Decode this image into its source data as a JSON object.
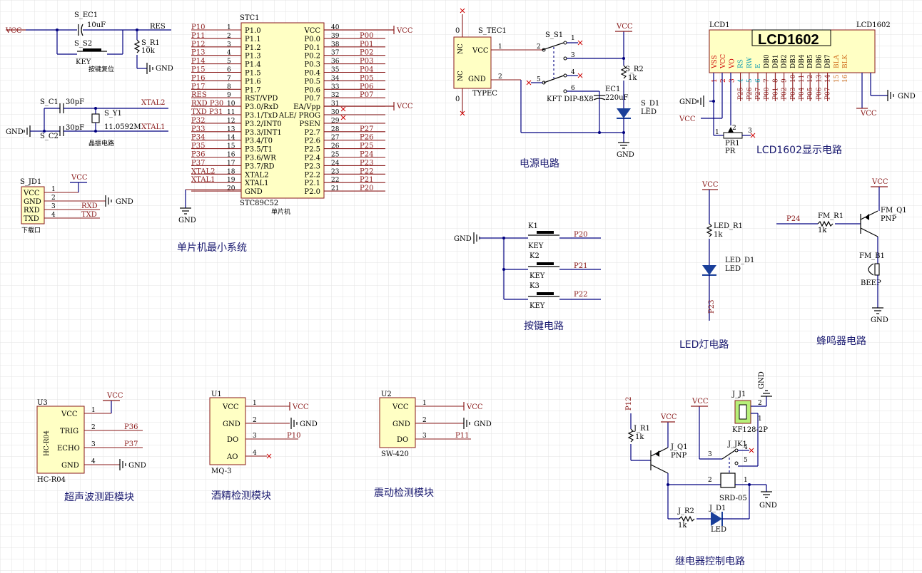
{
  "captions": {
    "mcu": "单片机最小系统",
    "power": "电源电路",
    "lcd": "LCD1602显示电路",
    "keys": "按键电路",
    "led": "LED灯电路",
    "buzzer": "蜂鸣器电路",
    "ultrasonic": "超声波测距模块",
    "alcohol": "酒精检测模块",
    "vibration": "震动检测模块",
    "relay": "继电器控制电路"
  },
  "reset": {
    "cap": "S_EC1",
    "cap_val": "10uF",
    "sw": "S_S2",
    "sw_val": "KEY",
    "res": "S_R1",
    "res_val": "10k",
    "net": "RES",
    "vcc": "VCC",
    "gnd": "GND",
    "note": "按键复位"
  },
  "crystal": {
    "c1": "S_C1",
    "c2": "S_C2",
    "cval1": "30pF",
    "cval2": "30pF",
    "y": "S_Y1",
    "freq": "11.0592M",
    "net1": "XTAL2",
    "net2": "XTAL1",
    "gnd": "GND",
    "note": "晶振电路"
  },
  "download": {
    "ref": "S_JD1",
    "pins": [
      "VCC",
      "GND",
      "RXD",
      "TXD"
    ],
    "nums": [
      "1",
      "2",
      "3",
      "4"
    ],
    "vcc": "VCC",
    "gnd": "GND",
    "rxd": "RXD",
    "txd": "TXD",
    "note": "下载口"
  },
  "mcu": {
    "ref": "STC1",
    "part": "STC89C52",
    "note": "单片机",
    "left_pins": [
      "P1.0",
      "P1.1",
      "P1.2",
      "P1.3",
      "P1.4",
      "P1.5",
      "P1.6",
      "P1.7",
      "RST/VPD",
      "P3.0/RxD",
      "P3.1/TxD",
      "P3.2/INT0",
      "P3.3/INT1",
      "P3.4/T0",
      "P3.5/T1",
      "P3.6/WR",
      "P3.7/RD",
      "XTAL2",
      "XTAL1",
      "GND"
    ],
    "left_nums": [
      "1",
      "2",
      "3",
      "4",
      "5",
      "6",
      "7",
      "8",
      "9",
      "10",
      "11",
      "12",
      "13",
      "14",
      "15",
      "16",
      "17",
      "18",
      "19",
      "20"
    ],
    "left_nets": [
      "P10",
      "P11",
      "P12",
      "P13",
      "P14",
      "P15",
      "P16",
      "P17",
      "RES",
      "RXD P30",
      "TXD P31",
      "P32",
      "P33",
      "P34",
      "P35",
      "P36",
      "P37",
      "XTAL2",
      "XTAL1",
      ""
    ],
    "right_pins": [
      "VCC",
      "P0.0",
      "P0.1",
      "P0.2",
      "P0.3",
      "P0.4",
      "P0.5",
      "P0.6",
      "P0.7",
      "EA/Vpp",
      "ALE/ PROG",
      "PSEN",
      "P2.7",
      "P2.6",
      "P2.5",
      "P2.4",
      "P2.3",
      "P2.2",
      "P2.1",
      "P2.0"
    ],
    "right_nums": [
      "40",
      "39",
      "38",
      "37",
      "36",
      "35",
      "34",
      "33",
      "32",
      "31",
      "30",
      "29",
      "28",
      "27",
      "26",
      "25",
      "24",
      "23",
      "22",
      "21"
    ],
    "right_nets": [
      "",
      "P00",
      "P01",
      "P02",
      "P03",
      "P04",
      "P05",
      "P06",
      "P07",
      "",
      "",
      "",
      "P27",
      "P26",
      "P25",
      "P24",
      "P23",
      "P22",
      "P21",
      "P20"
    ],
    "vcc": "VCC"
  },
  "power": {
    "port": "S_TEC1",
    "port_type": "TYPEC",
    "p_vcc": "VCC",
    "p_gnd": "GND",
    "nc": "NC",
    "n1": "1",
    "n2": "2",
    "sw": "S_S1",
    "sw_type": "KFT DIP-8X8",
    "sw_nums": [
      "1",
      "2",
      "3",
      "4",
      "5",
      "6"
    ],
    "cap": "EC1",
    "cap_val": "220uF",
    "res": "S_R2",
    "res_val": "1k",
    "led": "S_D1",
    "led_val": "LED",
    "vcc": "VCC",
    "gnd": "GND"
  },
  "lcd": {
    "ref": "LCD1",
    "name": "LCD1602",
    "ref2": "LCD1602",
    "pins": [
      "VSS",
      "VCC",
      "VO",
      "RS",
      "RW",
      "E",
      "DB0",
      "DB1",
      "DB2",
      "DB3",
      "DB4",
      "DB5",
      "DB6",
      "DB7",
      "BLA",
      "BLK"
    ],
    "nums": [
      "1",
      "2",
      "3",
      "4",
      "5",
      "6",
      "7",
      "8",
      "9",
      "10",
      "11",
      "12",
      "13",
      "14",
      "15",
      "16"
    ],
    "nets": [
      "",
      "",
      "",
      "P25",
      "P26",
      "P27",
      "P00",
      "P01",
      "P02",
      "P03",
      "P04",
      "P05",
      "P06",
      "P07",
      "",
      ""
    ],
    "pot": "PR1",
    "pot_val": "PR",
    "gnd": "GND",
    "vcc": "VCC",
    "pot_n": [
      "1",
      "2",
      "3"
    ]
  },
  "keys": {
    "gnd": "GND",
    "items": [
      {
        "ref": "K1",
        "type": "KEY",
        "net": "P20"
      },
      {
        "ref": "K2",
        "type": "KEY",
        "net": "P21"
      },
      {
        "ref": "K3",
        "type": "KEY",
        "net": "P22"
      }
    ]
  },
  "led": {
    "vcc": "VCC",
    "res": "LED_R1",
    "res_val": "1k",
    "ref": "LED_D1",
    "val": "LED",
    "net": "P23"
  },
  "buzzer": {
    "vcc": "VCC",
    "net": "P24",
    "res": "FM_R1",
    "res_val": "1k",
    "q": "FM_Q1",
    "q_type": "PNP",
    "b": "FM_B1",
    "b_val": "BEEP",
    "gnd": "GND"
  },
  "ultrasonic": {
    "ref": "U3",
    "part": "HC-R04",
    "part2": "HC-R04",
    "pins": [
      "VCC",
      "TRIG",
      "ECHO",
      "GND"
    ],
    "nums": [
      "1",
      "2",
      "3",
      "4"
    ],
    "vcc": "VCC",
    "trig": "P36",
    "echo": "P37",
    "gnd": "GND"
  },
  "alcohol": {
    "ref": "U1",
    "part": "MQ-3",
    "pins": [
      "VCC",
      "GND",
      "DO",
      "AO"
    ],
    "nums": [
      "1",
      "2",
      "3",
      "4"
    ],
    "vcc": "VCC",
    "gnd": "GND",
    "do": "P10"
  },
  "vibration": {
    "ref": "U2",
    "part": "SW-420",
    "pins": [
      "VCC",
      "GND",
      "DO"
    ],
    "nums": [
      "1",
      "2",
      "3"
    ],
    "vcc": "VCC",
    "gnd": "GND",
    "do": "P11"
  },
  "relay": {
    "net": "P12",
    "r1": "J_R1",
    "r1_val": "1k",
    "vcc": "VCC",
    "q": "J_Q1",
    "q_type": "PNP",
    "jk": "J_JK1",
    "jk_type": "SRD-05",
    "j": "J_J1",
    "j_type": "KF128-2P",
    "gnd": "GND",
    "vcc2": "VCC",
    "r2": "J_R2",
    "r2_val": "1k",
    "d": "J_D1",
    "d_val": "LED",
    "nums": [
      "1",
      "2",
      "3",
      "4",
      "5"
    ],
    "jnums": [
      "1",
      "2"
    ]
  }
}
